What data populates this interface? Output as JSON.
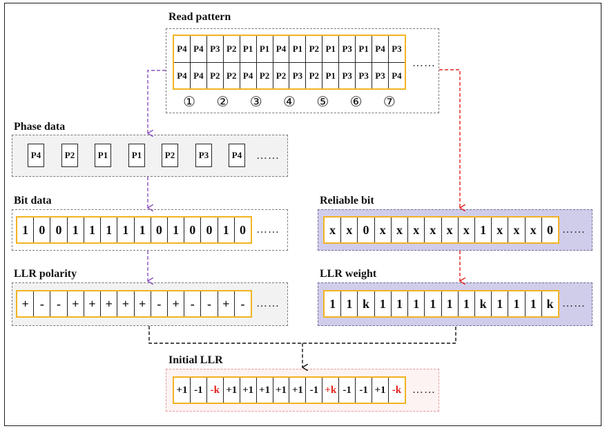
{
  "read_pattern": {
    "title": "Read pattern",
    "row1": [
      "P4",
      "P4",
      "P3",
      "P2",
      "P1",
      "P1",
      "P4",
      "P1",
      "P2",
      "P1",
      "P3",
      "P1",
      "P4",
      "P3"
    ],
    "row2": [
      "P4",
      "P4",
      "P2",
      "P2",
      "P4",
      "P2",
      "P2",
      "P3",
      "P2",
      "P1",
      "P3",
      "P3",
      "P3",
      "P4"
    ],
    "numbers": [
      "①",
      "②",
      "③",
      "④",
      "⑤",
      "⑥",
      "⑦"
    ],
    "ellipsis": "……"
  },
  "phase_data": {
    "title": "Phase data",
    "values": [
      "P4",
      "P2",
      "P1",
      "P1",
      "P2",
      "P3",
      "P4"
    ],
    "ellipsis": "……"
  },
  "bit_data": {
    "title": "Bit data",
    "values": [
      "1",
      "0",
      "0",
      "1",
      "1",
      "1",
      "1",
      "1",
      "0",
      "1",
      "0",
      "0",
      "1",
      "0"
    ],
    "ellipsis": "……"
  },
  "llr_polarity": {
    "title": "LLR polarity",
    "values": [
      "+",
      "-",
      "-",
      "+",
      "+",
      "+",
      "+",
      "+",
      "-",
      "+",
      "-",
      "-",
      "+",
      "-"
    ],
    "ellipsis": "……"
  },
  "reliable_bit": {
    "title": "Reliable bit",
    "values": [
      "x",
      "x",
      "0",
      "x",
      "x",
      "x",
      "x",
      "x",
      "x",
      "1",
      "x",
      "x",
      "x",
      "0"
    ],
    "ellipsis": "……"
  },
  "llr_weight": {
    "title": "LLR weight",
    "values": [
      "1",
      "1",
      "k",
      "1",
      "1",
      "1",
      "1",
      "1",
      "1",
      "k",
      "1",
      "1",
      "1",
      "k"
    ],
    "ellipsis": "……"
  },
  "initial_llr": {
    "title": "Initial LLR",
    "values": [
      "+1",
      "-1",
      "-k",
      "+1",
      "+1",
      "+1",
      "+1",
      "+1",
      "-1",
      "+k",
      "-1",
      "-1",
      "+1",
      "-k"
    ],
    "highlight": [
      false,
      false,
      true,
      false,
      false,
      false,
      false,
      false,
      false,
      true,
      false,
      false,
      false,
      true
    ],
    "ellipsis": "……"
  },
  "colors": {
    "strip_border": "#f2b320",
    "highlight_text": "#e4201c",
    "purple_arrow": "#8a4fc0",
    "red_arrow": "#e4201c",
    "black_arrow": "#111111",
    "reliable_panel": "#d0cdea",
    "gray_panel": "#f2f2f2"
  }
}
